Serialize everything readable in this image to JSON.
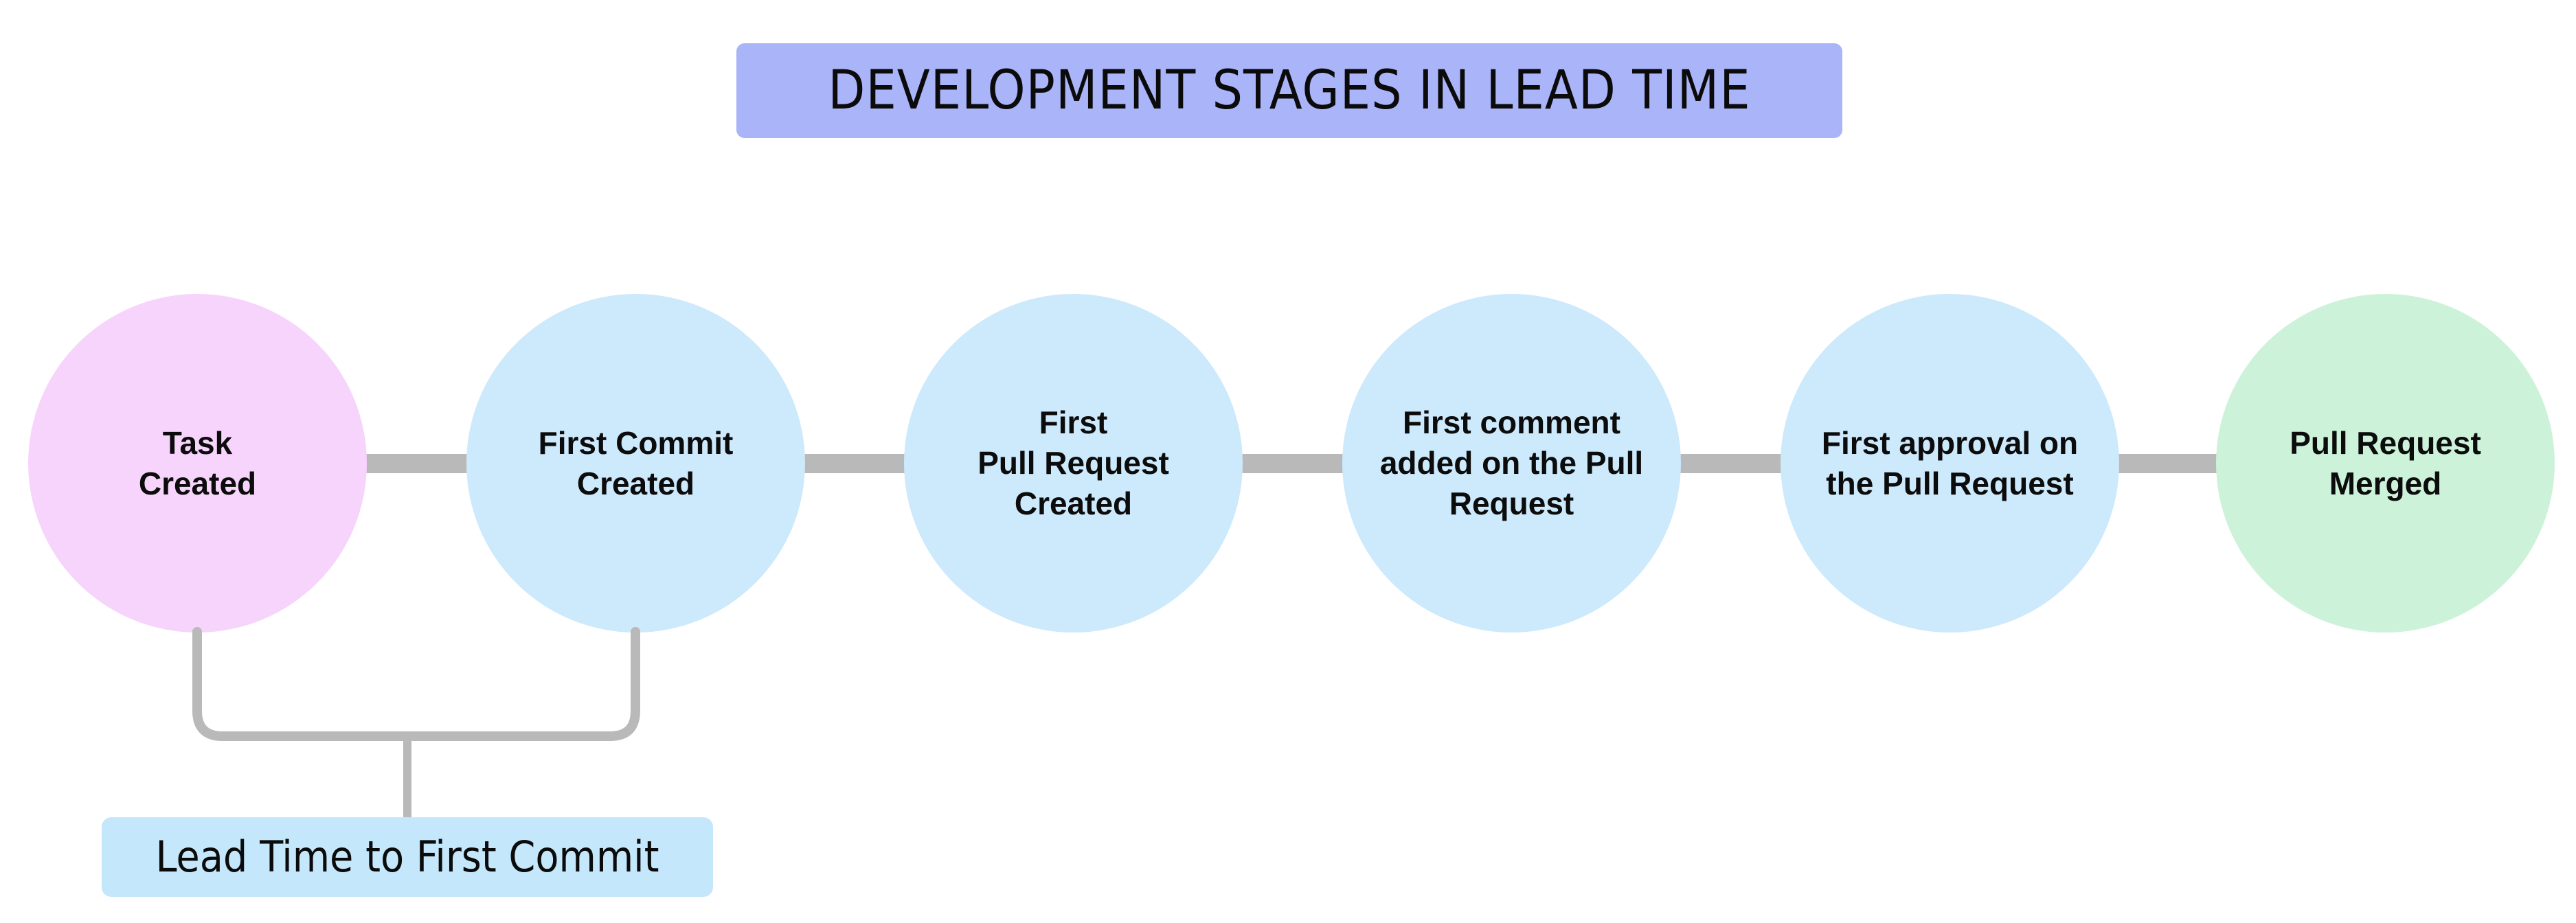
{
  "title": {
    "text": "DEVELOPMENT STAGES IN LEAD TIME",
    "background_color": "#aab4f8",
    "text_color": "#0b0b0b"
  },
  "diagram": {
    "type": "flow-timeline",
    "connector_color": "#b9b9b9",
    "background_color": "#ffffff",
    "stages": [
      {
        "id": "task-created",
        "label": "Task\nCreated",
        "color": "#f7d4fb",
        "order": 1
      },
      {
        "id": "first-commit-created",
        "label": "First Commit\nCreated",
        "color": "#cde9fc",
        "order": 2
      },
      {
        "id": "first-pull-request-created",
        "label": "First\nPull Request\nCreated",
        "color": "#cde9fc",
        "order": 3
      },
      {
        "id": "first-comment-added",
        "label": "First comment\nadded on the Pull\nRequest",
        "color": "#cde9fc",
        "order": 4
      },
      {
        "id": "first-approval",
        "label": "First approval on\nthe Pull Request",
        "color": "#cde9fc",
        "order": 5
      },
      {
        "id": "pull-request-merged",
        "label": "Pull Request\nMerged",
        "color": "#cdf2da",
        "order": 6
      }
    ]
  },
  "annotation": {
    "label": "Lead Time to First Commit",
    "background_color": "#c5e7fb",
    "text_color": "#0b0b0b",
    "spans_from": "task-created",
    "spans_to": "first-commit-created"
  }
}
